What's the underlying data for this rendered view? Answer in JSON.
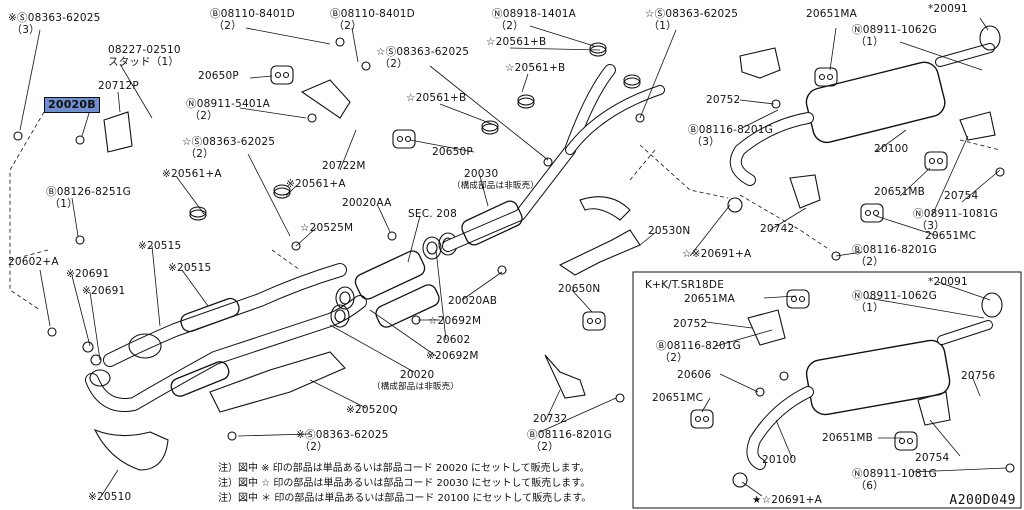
{
  "diagram": {
    "drawing_number": "A200D049",
    "variant_box_title": "K+K/T.SR18DE",
    "highlight_color": "#6f8fd0",
    "line_color": "#111111"
  },
  "labels": [
    "※Ⓢ08363-62025\n （3）",
    "08227-02510\nスタッド（1）",
    "20712P",
    "20020B",
    "Ⓑ08126-8251G\n （1）",
    "Ⓑ08110-8401D\n （2）",
    "Ⓑ08110-8401D\n （2）",
    "20650P",
    "Ⓝ08911-5401A\n （2）",
    "☆Ⓢ08363-62025\n （2）",
    "20722M",
    "Ⓝ08918-1401A\n （2）",
    "☆Ⓢ08363-62025\n （1）",
    "☆Ⓢ08363-62025\n （2）",
    "☆20561+B",
    "☆20561+B",
    "☆20561+B",
    "20650P",
    "20651MA",
    "*20091",
    "Ⓝ08911-1062G\n （1）",
    "20752",
    "Ⓑ08116-8201G\n （3）",
    "20100",
    "20651MB",
    "20754",
    "Ⓝ08911-1081G\n （3）",
    "20651MC",
    "20742",
    "Ⓑ08116-8201G\n （2）",
    "☆※20691+A",
    "20530N",
    "※20561+A",
    "※20561+A",
    "20020AA",
    "SEC. 208",
    "20030",
    "（構成部品は非販売）",
    "☆20525M",
    "※20515",
    "※20515",
    "20602+A",
    "※20691",
    "※20691",
    "20020AB",
    "☆20692M",
    "20602",
    "※20692M",
    "20020",
    "（構成部品は非販売）",
    "※20520Q",
    "※Ⓢ08363-62025\n （2）",
    "※20510",
    "20650N",
    "20732",
    "Ⓑ08116-8201G\n （2）",
    "20651MA",
    "*20091",
    "Ⓝ08911-1062G\n （1）",
    "20752",
    "Ⓑ08116-8201G\n （2）",
    "20606",
    "20651MC",
    "20756",
    "20651MB",
    "20754",
    "20100",
    "Ⓝ08911-1081G\n （6）",
    "★☆20691+A"
  ],
  "notes": [
    "注）図中 ※ 印の部品は単品あるいは部品コード 20020 にセットして販売します。",
    "注）図中 ☆ 印の部品は単品あるいは部品コード 20030 にセットして販売します。",
    "注）図中 ＊ 印の部品は単品あるいは部品コード 20100 にセットして販売します。"
  ]
}
